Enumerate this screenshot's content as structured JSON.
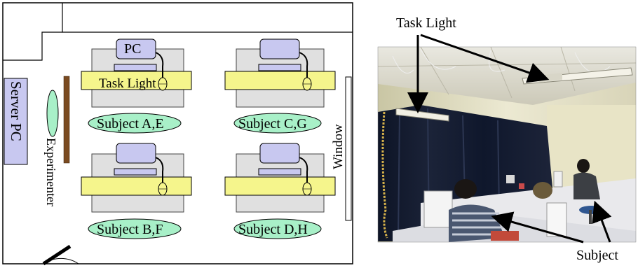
{
  "floor_plan": {
    "server_pc": "Server PC",
    "experimenter": "Experimenter",
    "window": "Window",
    "pc": "PC",
    "task_light": "Task Light",
    "subjects": [
      "Subject A,E",
      "Subject C,G",
      "Subject B,F",
      "Subject D,H"
    ]
  },
  "photo": {
    "task_light_label": "Task Light",
    "subject_label": "Subject"
  },
  "colors": {
    "pc_fill": "#c8c8f0",
    "desk_fill": "#e0e0e0",
    "light_fill": "#f5f58c",
    "subject_fill": "#a8f0c8",
    "server_fill": "#c8c8f0",
    "partition": "#7a4a20"
  }
}
